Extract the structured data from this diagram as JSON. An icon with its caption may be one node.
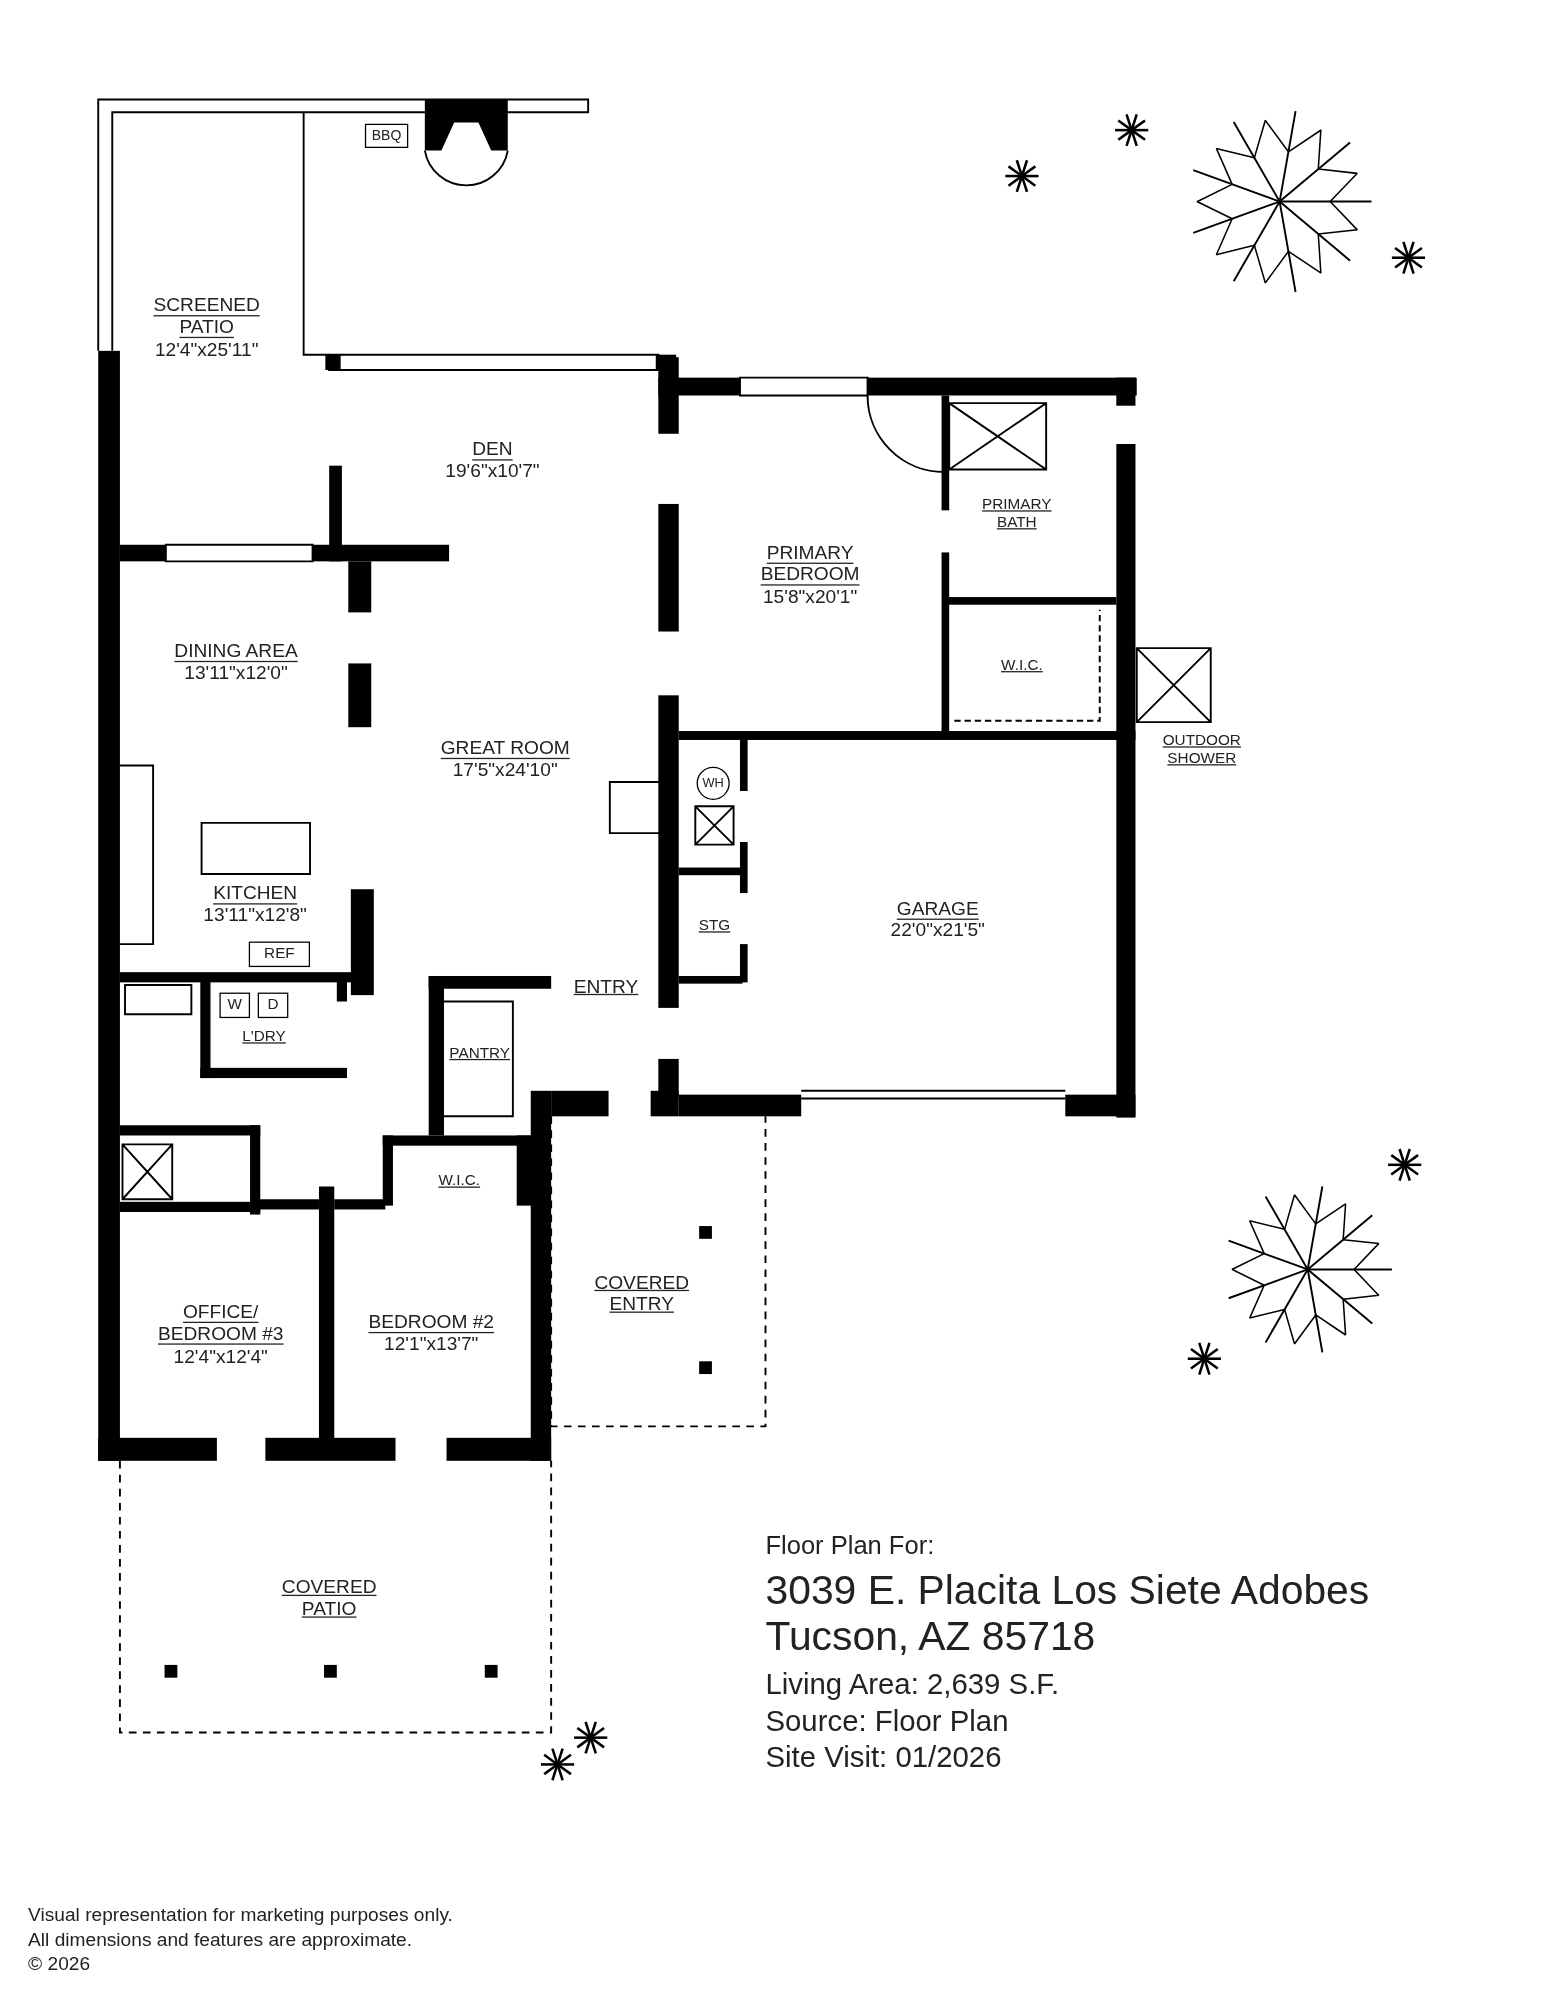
{
  "diagram": {
    "nodes": [
      {
        "text": [
          "SCREENED PATIO",
          "12'4\"x25'11\""
        ]
      },
      {
        "text": [
          "BBQ"
        ]
      },
      {
        "text": [
          "DEN",
          "19'6\"x10'7\""
        ]
      },
      {
        "text": [
          "PRIMARY BEDROOM",
          "15'8\"x20'1\""
        ]
      },
      {
        "text": [
          "PRIMARY BATH"
        ]
      },
      {
        "text": [
          "W.I.C."
        ]
      },
      {
        "text": [
          "DINING AREA",
          "13'11\"x12'0\""
        ]
      },
      {
        "text": [
          "GREAT ROOM",
          "17'5\"x24'10\""
        ]
      },
      {
        "text": [
          "WH"
        ]
      },
      {
        "text": [
          "OUTDOOR SHOWER"
        ]
      },
      {
        "text": [
          "KITCHEN",
          "13'11\"x12'8\""
        ]
      },
      {
        "text": [
          "REF"
        ]
      },
      {
        "text": [
          "STG"
        ]
      },
      {
        "text": [
          "GARAGE",
          "22'0\"x21'5\""
        ]
      },
      {
        "text": [
          "W"
        ]
      },
      {
        "text": [
          "D"
        ]
      },
      {
        "text": [
          "L'DRY"
        ]
      },
      {
        "text": [
          "ENTRY"
        ]
      },
      {
        "text": [
          "PANTRY"
        ]
      },
      {
        "text": [
          "W.I.C."
        ]
      },
      {
        "text": [
          "COVERED ENTRY"
        ]
      },
      {
        "text": [
          "OFFICE/ BEDROOM #3",
          "12'4\"x12'4\""
        ]
      },
      {
        "text": [
          "BEDROOM #2",
          "12'1\"x13'7\""
        ]
      },
      {
        "text": [
          "COVERED PATIO"
        ]
      }
    ],
    "labels": [
      "Floor Plan For:",
      "3039 E. Placita Los Siete Adobes",
      "Tucson, AZ  85718",
      "Living Area:  2,639 S.F.",
      "Source:  Floor Plan",
      "Site Visit:  01/2026",
      "Visual representation for marketing purposes only.",
      "All dimensions and features are approximate.",
      "© 2026"
    ]
  }
}
